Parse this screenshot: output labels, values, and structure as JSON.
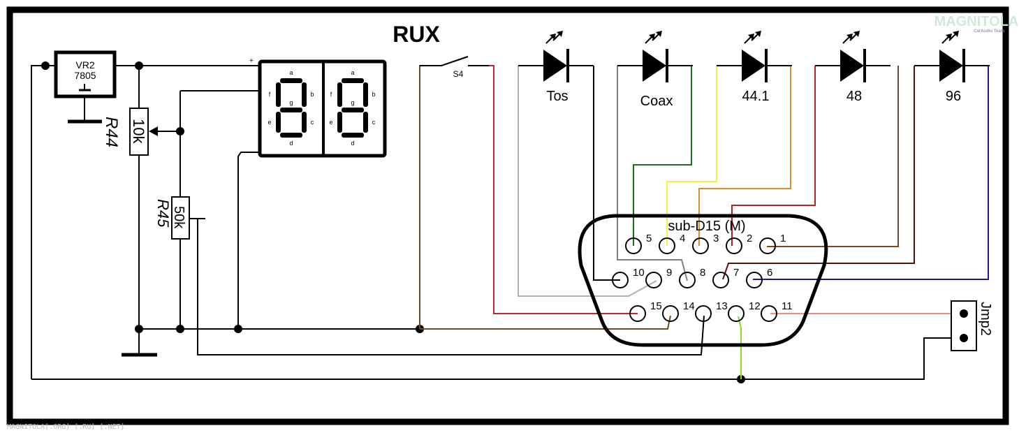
{
  "title": "RUX",
  "regulator": {
    "ref": "VR2",
    "part": "7805"
  },
  "pot_r44": {
    "ref": "R44",
    "value": "10k"
  },
  "pot_r45": {
    "ref": "R45",
    "value": "50k"
  },
  "display": {
    "plus_label": "+",
    "segments": [
      "a",
      "b",
      "c",
      "d",
      "e",
      "f",
      "g"
    ]
  },
  "switch": {
    "ref": "S4"
  },
  "leds": [
    {
      "label": "Tos",
      "wire_in": "#b0b0b0",
      "wire_out": "#000000"
    },
    {
      "label": "Coax",
      "wire_in": "#808080",
      "wire_out": "#1a6e1a"
    },
    {
      "label": "44.1",
      "wire_in": "#f5f03a",
      "wire_out": "#d98c2e"
    },
    {
      "label": "48",
      "wire_in": "#b22222",
      "wire_out": "#7a4a1e"
    },
    {
      "label": "96",
      "wire_in": "#5a0e0e",
      "wire_out": "#1a1a8c"
    }
  ],
  "connector": {
    "label": "sub-D15 (M)",
    "pins_row1": [
      "5",
      "4",
      "3",
      "2",
      "1"
    ],
    "pins_row2": [
      "10",
      "9",
      "8",
      "7",
      "6"
    ],
    "pins_row3": [
      "15",
      "14",
      "13",
      "12",
      "11"
    ]
  },
  "jumper": {
    "ref": "Jmp2"
  },
  "watermark": {
    "logo": "MAGNITOLA",
    "logo_sub": "CarAudio Team",
    "footer": "MAGNITOLA[.ORG] [.RU] [.NET]"
  },
  "colors": {
    "wire_brown": "#6b4a1e",
    "wire_red": "#c0272d",
    "wire_lightgreen": "#8fd62a",
    "wire_pink": "#e09090",
    "border": "#000000"
  }
}
